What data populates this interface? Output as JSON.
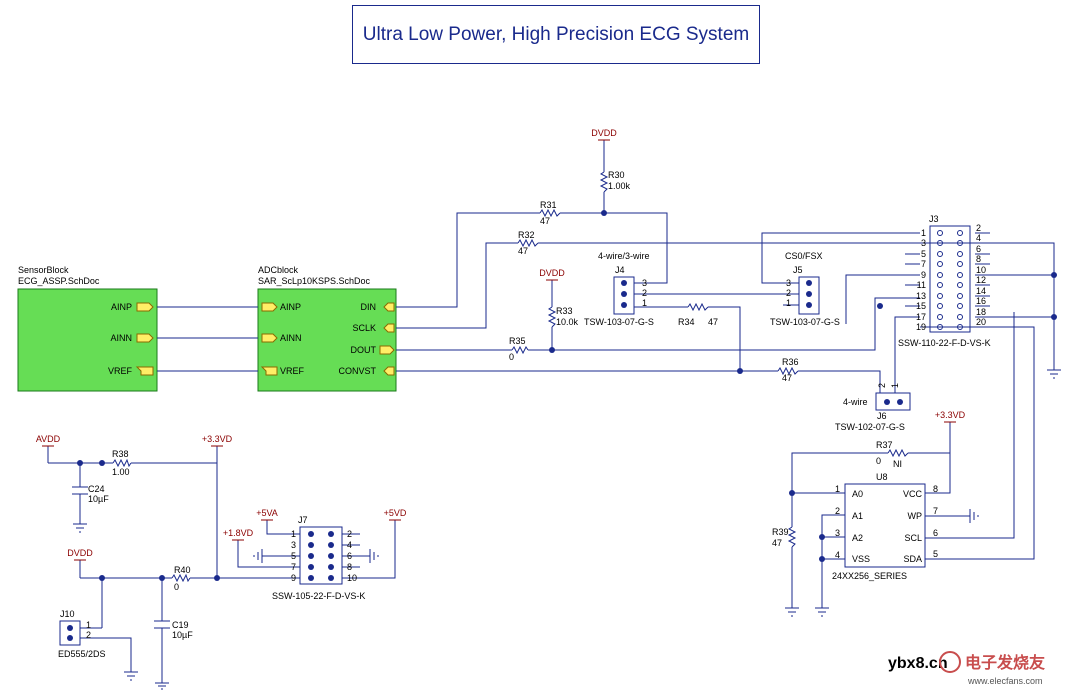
{
  "title": "Ultra Low Power, High Precision ECG System",
  "sheets": {
    "sensor": {
      "name": "SensorBlock",
      "file": "ECG_ASSP.SchDoc",
      "ports": [
        "AINP",
        "AINN",
        "VREF"
      ]
    },
    "adc": {
      "name": "ADCblock",
      "file": "SAR_ScLp10KSPS.SchDoc",
      "ports_left": [
        "AINP",
        "AINN",
        "VREF"
      ],
      "ports_right": [
        "DIN",
        "SCLK",
        "DOUT",
        "CONVST"
      ]
    }
  },
  "power": {
    "dvdd_top": "DVDD",
    "dvdd_mid": "DVDD",
    "dvdd_left": "DVDD",
    "avdd": "AVDD",
    "v33_a": "+3.3VD",
    "v33_b": "+3.3VD",
    "v5va": "+5VA",
    "v18": "+1.8VD",
    "v5vd": "+5VD"
  },
  "resistors": {
    "r30": {
      "ref": "R30",
      "val": "1.00k"
    },
    "r31": {
      "ref": "R31",
      "val": "47"
    },
    "r32": {
      "ref": "R32",
      "val": "47"
    },
    "r33": {
      "ref": "R33",
      "val": "10.0k"
    },
    "r34": {
      "ref": "R34",
      "val": "47"
    },
    "r35": {
      "ref": "R35",
      "val": "0"
    },
    "r36": {
      "ref": "R36",
      "val": "47"
    },
    "r37": {
      "ref": "R37",
      "val": "0",
      "note": "NI"
    },
    "r38": {
      "ref": "R38",
      "val": "1.00"
    },
    "r39": {
      "ref": "R39",
      "val": "47"
    },
    "r40": {
      "ref": "R40",
      "val": "0"
    }
  },
  "capacitors": {
    "c24": {
      "ref": "C24",
      "val": "10µF"
    },
    "c19": {
      "ref": "C19",
      "val": "10µF"
    }
  },
  "connectors": {
    "j3": {
      "ref": "J3",
      "part": "SSW-110-22-F-D-VS-K",
      "odd_pins": [
        "1",
        "3",
        "5",
        "7",
        "9",
        "11",
        "13",
        "15",
        "17",
        "19"
      ],
      "even_pins": [
        "2",
        "4",
        "6",
        "8",
        "10",
        "12",
        "14",
        "16",
        "18",
        "20"
      ]
    },
    "j4": {
      "ref": "J4",
      "part": "TSW-103-07-G-S",
      "caption": "4-wire/3-wire",
      "pins": [
        "3",
        "2",
        "1"
      ]
    },
    "j5": {
      "ref": "J5",
      "part": "TSW-103-07-G-S",
      "caption": "CS0/FSX",
      "pins": [
        "3",
        "2",
        "1"
      ]
    },
    "j6": {
      "ref": "J6",
      "part": "TSW-102-07-G-S",
      "caption": "4-wire",
      "pins": [
        "2",
        "1"
      ]
    },
    "j7": {
      "ref": "J7",
      "part": "SSW-105-22-F-D-VS-K",
      "odd_pins": [
        "1",
        "3",
        "5",
        "7",
        "9"
      ],
      "even_pins": [
        "2",
        "4",
        "6",
        "8",
        "10"
      ]
    },
    "j10": {
      "ref": "J10",
      "part": "ED555/2DS",
      "pins": [
        "1",
        "2"
      ]
    }
  },
  "ic": {
    "ref": "U8",
    "part": "24XX256_SERIES",
    "left_pins": [
      {
        "num": "1",
        "name": "A0"
      },
      {
        "num": "2",
        "name": "A1"
      },
      {
        "num": "3",
        "name": "A2"
      },
      {
        "num": "4",
        "name": "VSS"
      }
    ],
    "right_pins": [
      {
        "num": "8",
        "name": "VCC"
      },
      {
        "num": "7",
        "name": "WP"
      },
      {
        "num": "6",
        "name": "SCL"
      },
      {
        "num": "5",
        "name": "SDA"
      }
    ]
  },
  "watermark": {
    "site": "ybx8.cn",
    "brand": "电子发烧友",
    "url": "www.elecfans.com"
  },
  "colors": {
    "title": "#1a2a8c",
    "sheet_fill": "#66dd55",
    "port_fill": "#ffee66",
    "power_label": "#8b0000",
    "wire": "#1a2a8c",
    "pin": "#1a2a8c"
  }
}
